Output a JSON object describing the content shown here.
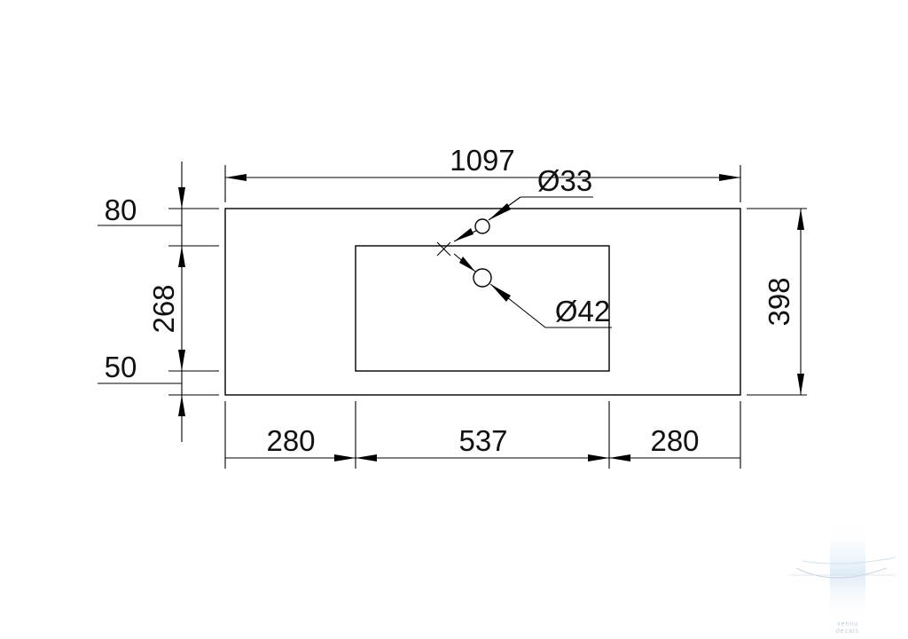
{
  "dimensions": {
    "total_width": "1097",
    "total_depth": "398",
    "top_margin": "80",
    "basin_depth": "268",
    "bottom_margin": "50",
    "left_margin": "280",
    "basin_width": "537",
    "right_margin": "280",
    "tap_hole": "Ø33",
    "drain_hole": "Ø42"
  },
  "watermark": {
    "text_line_1": "vennu",
    "text_line_2": "decals"
  }
}
